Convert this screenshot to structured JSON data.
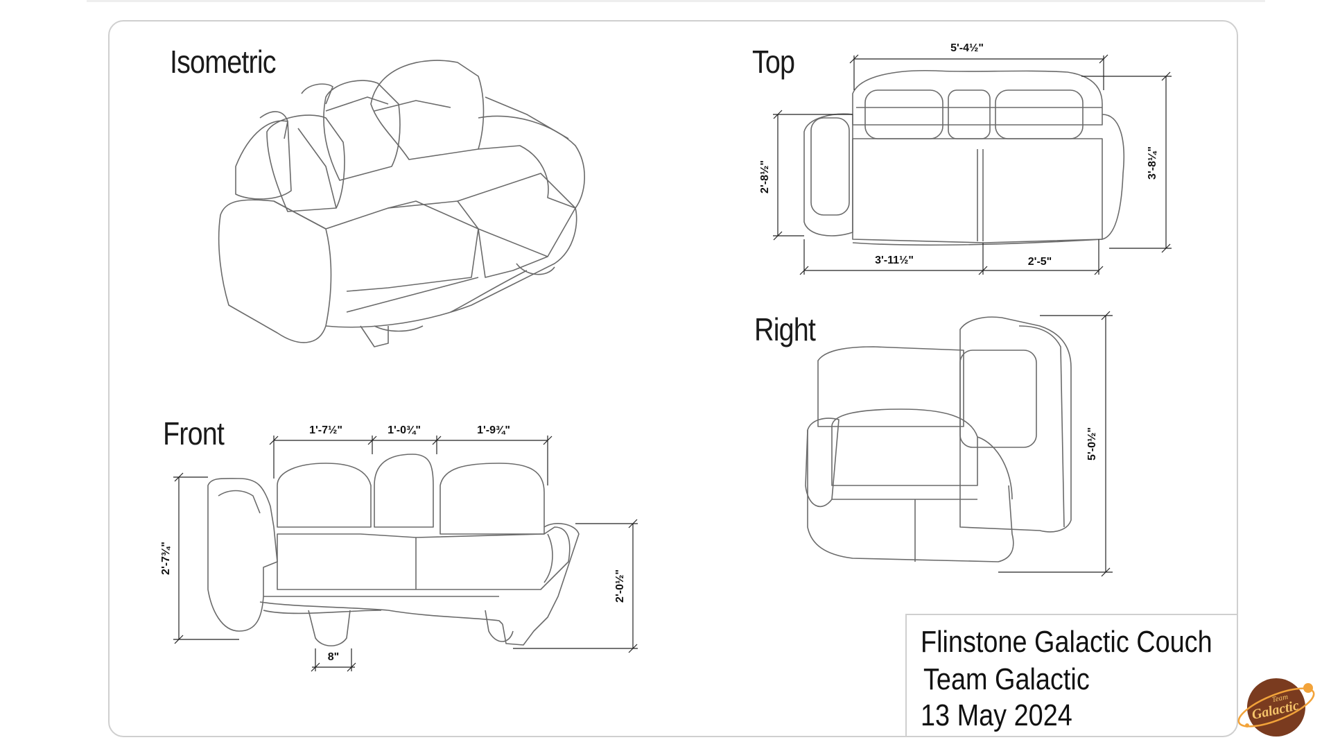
{
  "views": {
    "isometric": "Isometric",
    "front": "Front",
    "top": "Top",
    "right": "Right"
  },
  "dimensions": {
    "top_overall_width": "5'-4½\"",
    "top_depth_left": "2'-8½\"",
    "top_depth_right": "3'-8¼\"",
    "top_left_section": "3'-11½\"",
    "top_right_section": "2'-5\"",
    "front_cushion_left": "1'-7½\"",
    "front_cushion_mid": "1'-0¾\"",
    "front_cushion_right": "1'-9¾\"",
    "front_height": "2'-7¾\"",
    "front_seat_height": "2'-0½\"",
    "front_leg": "8\"",
    "right_length": "5'-0½\""
  },
  "title_block": {
    "name": "Flinstone Galactic Couch",
    "team": "Team Galactic",
    "date": "13 May 2024"
  },
  "logo": {
    "top_text": "Team",
    "main_text": "Galactic",
    "colors": {
      "planet": "#7a3b1f",
      "ring": "#f2a33a",
      "text": "#f6c46a"
    }
  }
}
